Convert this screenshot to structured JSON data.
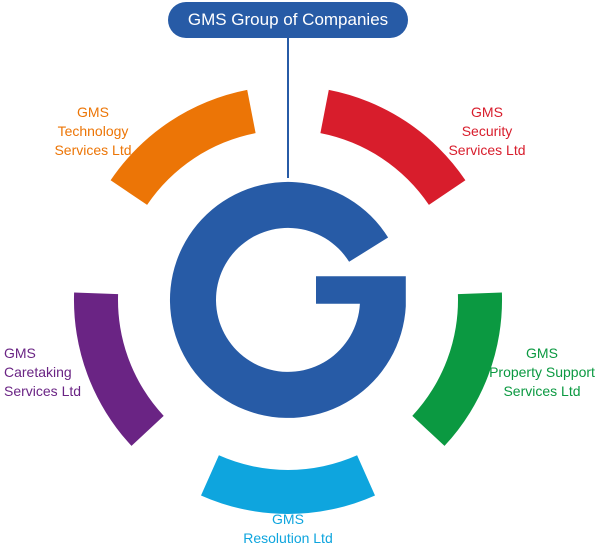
{
  "title": "GMS Group of Companies",
  "logo_letter": "G",
  "colors": {
    "primary_blue": "#275ba6",
    "orange": "#ec7506",
    "red": "#d81d2c",
    "green": "#0b9941",
    "cyan": "#0ea5de",
    "purple": "#6a2484"
  },
  "companies": [
    {
      "id": "technology",
      "lines": [
        "GMS",
        "Technology",
        "Services Ltd"
      ],
      "color": "#ec7506"
    },
    {
      "id": "security",
      "lines": [
        "GMS",
        "Security",
        "Services Ltd"
      ],
      "color": "#d81d2c"
    },
    {
      "id": "property-support",
      "lines": [
        "GMS",
        "Property Support",
        "Services Ltd"
      ],
      "color": "#0b9941"
    },
    {
      "id": "resolution",
      "lines": [
        "GMS",
        "Resolution Ltd"
      ],
      "color": "#0ea5de"
    },
    {
      "id": "caretaking",
      "lines": [
        "GMS",
        "Caretaking",
        "Services Ltd"
      ],
      "color": "#6a2484"
    }
  ]
}
